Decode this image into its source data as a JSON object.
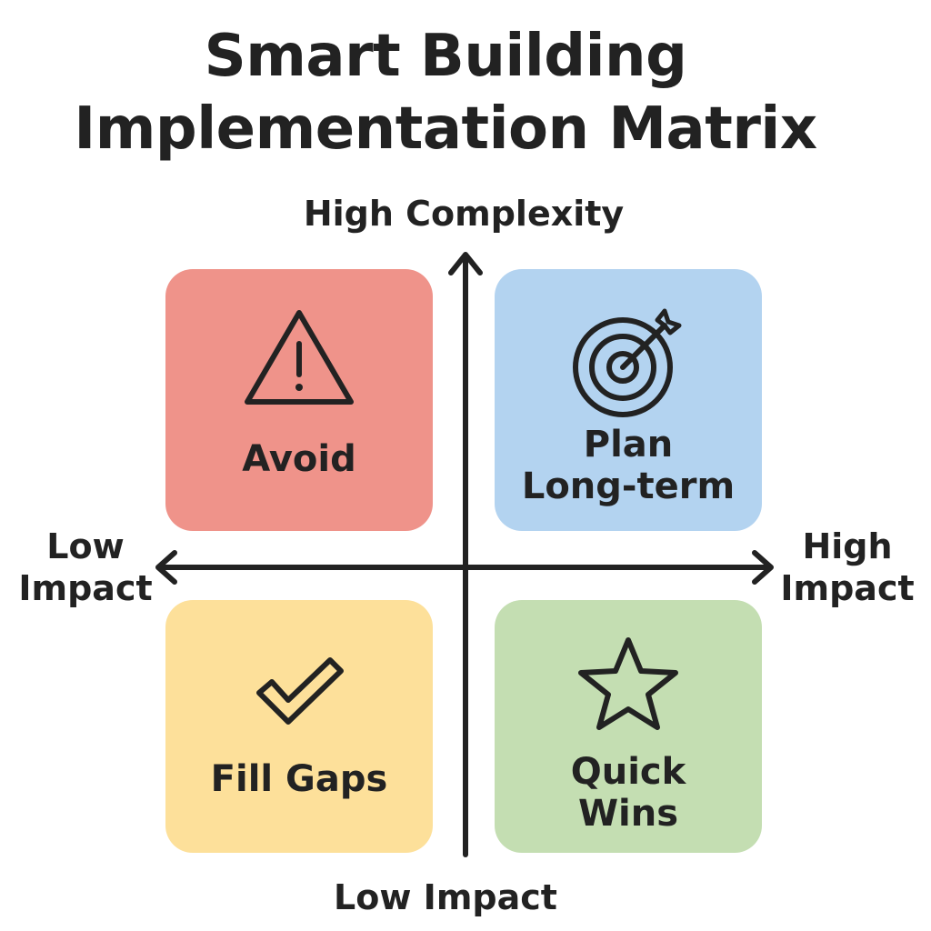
{
  "title": {
    "line1": "Smart Building",
    "line2": "Implementation Matrix"
  },
  "axes": {
    "top": "High Complexity",
    "bottom": "Low Impact",
    "left": [
      "Low",
      "Impact"
    ],
    "right": [
      "High",
      "Impact"
    ]
  },
  "quadrants": {
    "top_left": {
      "label": [
        "Avoid"
      ],
      "icon": "warning-triangle-icon",
      "color": "#ef938a"
    },
    "top_right": {
      "label": [
        "Plan",
        "Long-term"
      ],
      "icon": "target-icon",
      "color": "#b3d3f0"
    },
    "bottom_left": {
      "label": [
        "Fill Gaps"
      ],
      "icon": "checkmark-icon",
      "color": "#fde09a"
    },
    "bottom_right": {
      "label": [
        "Quick",
        "Wins"
      ],
      "icon": "star-icon",
      "color": "#c4deb2"
    }
  }
}
